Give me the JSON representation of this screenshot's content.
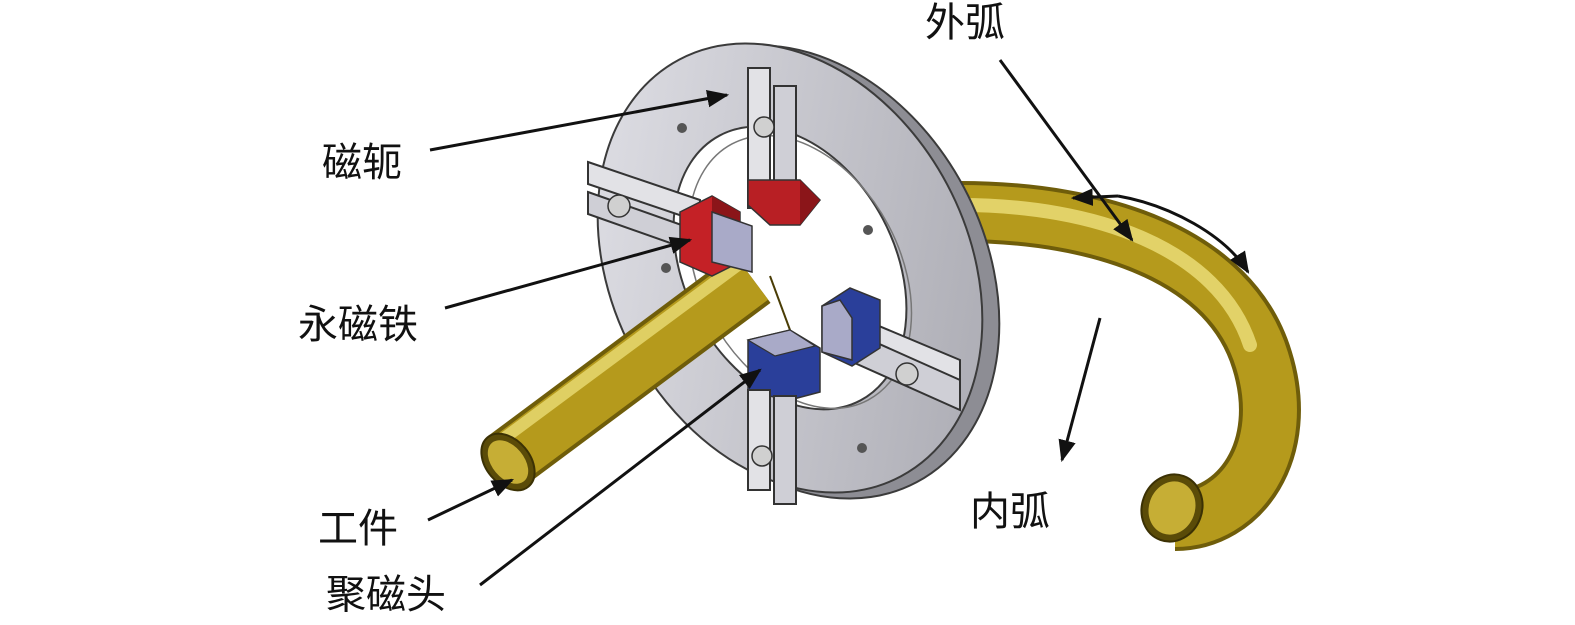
{
  "labels": {
    "yoke": "磁轭",
    "permanent_magnet": "永磁铁",
    "workpiece": "工件",
    "pole_head": "聚磁头",
    "outer_arc": "外弧",
    "inner_arc": "内弧"
  },
  "colors": {
    "tube": "#b59a1c",
    "tube_light": "#e6d25a",
    "tube_dark": "#6f5d0a",
    "ring": "#c9c9cf",
    "ring_edge": "#4a4a4a",
    "magnet_red": "#c42126",
    "magnet_blue": "#2a3f9a",
    "pole_grey": "#a9aac8",
    "arrow": "#111111"
  }
}
